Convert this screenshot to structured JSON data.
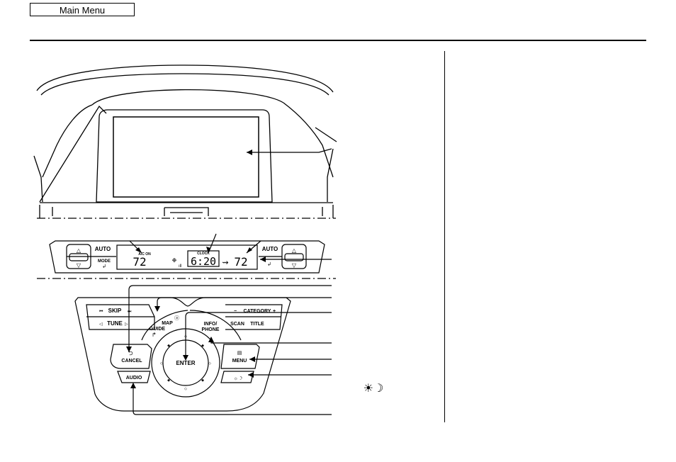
{
  "header": {
    "main_menu_label": "Main Menu"
  },
  "climate_panel": {
    "auto_left": "AUTO",
    "mode_left": "MODE",
    "auto_right": "AUTO",
    "ac_on": "A/C ON",
    "temp_left": "72",
    "clock_label": "CLOCK",
    "clock_time": "6:20",
    "temp_right": "72"
  },
  "nav_panel": {
    "skip": "SKIP",
    "tune": "TUNE",
    "category": "CATEGORY",
    "category_minus": "−",
    "category_plus": "+",
    "scan": "SCAN",
    "title": "TITLE",
    "map": "MAP",
    "guide": "GUIDE",
    "info_phone_line1": "INFO/",
    "info_phone_line2": "PHONE",
    "cancel": "CANCEL",
    "enter": "ENTER",
    "menu": "MENU",
    "audio": "AUDIO"
  },
  "legend": {
    "day_night_symbol": "☀☽"
  }
}
